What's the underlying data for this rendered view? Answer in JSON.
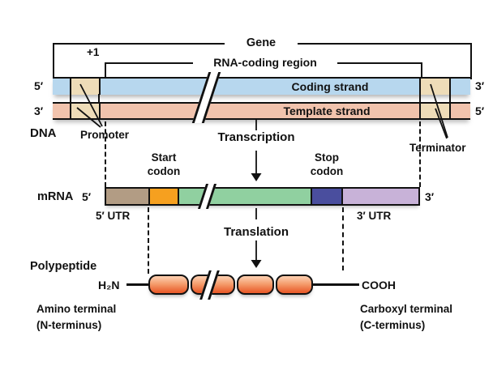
{
  "brackets": {
    "gene": "Gene",
    "rna_coding": "RNA-coding region",
    "plus_one": "+1"
  },
  "dna": {
    "label": "DNA",
    "coding_strand": "Coding strand",
    "template_strand": "Template strand",
    "promoter": "Promoter",
    "terminator": "Terminator",
    "ends": {
      "left_top": "5′",
      "left_bottom": "3′",
      "right_top": "3′",
      "right_bottom": "5′"
    }
  },
  "transcription": {
    "label": "Transcription"
  },
  "mrna": {
    "label": "mRNA",
    "five_end": "5′",
    "three_end": "3′",
    "start_codon": "Start\ncodon",
    "stop_codon": "Stop\ncodon",
    "utr5": "5′ UTR",
    "utr3": "3′ UTR"
  },
  "translation": {
    "label": "Translation"
  },
  "polypeptide": {
    "label": "Polypeptide",
    "amino_group": "H₂N",
    "carboxyl_group": "COOH",
    "amino_terminal": "Amino terminal\n(N-terminus)",
    "carboxyl_terminal": "Carboxyl terminal\n(C-terminus)"
  },
  "colors": {
    "coding_strand": "#b7d7ee",
    "template_strand": "#f1c3ad",
    "promoter_terminator_box": "#eedcb8",
    "mrna_5utr": "#b29c84",
    "start_codon": "#f6a01f",
    "mrna_coding_region": "#90d0a0",
    "stop_codon": "#4a4e9e",
    "mrna_3utr": "#c8b2d8",
    "polypeptide_top": "#fbc9a8",
    "polypeptide_bottom": "#e95c2b",
    "line": "#111111"
  }
}
